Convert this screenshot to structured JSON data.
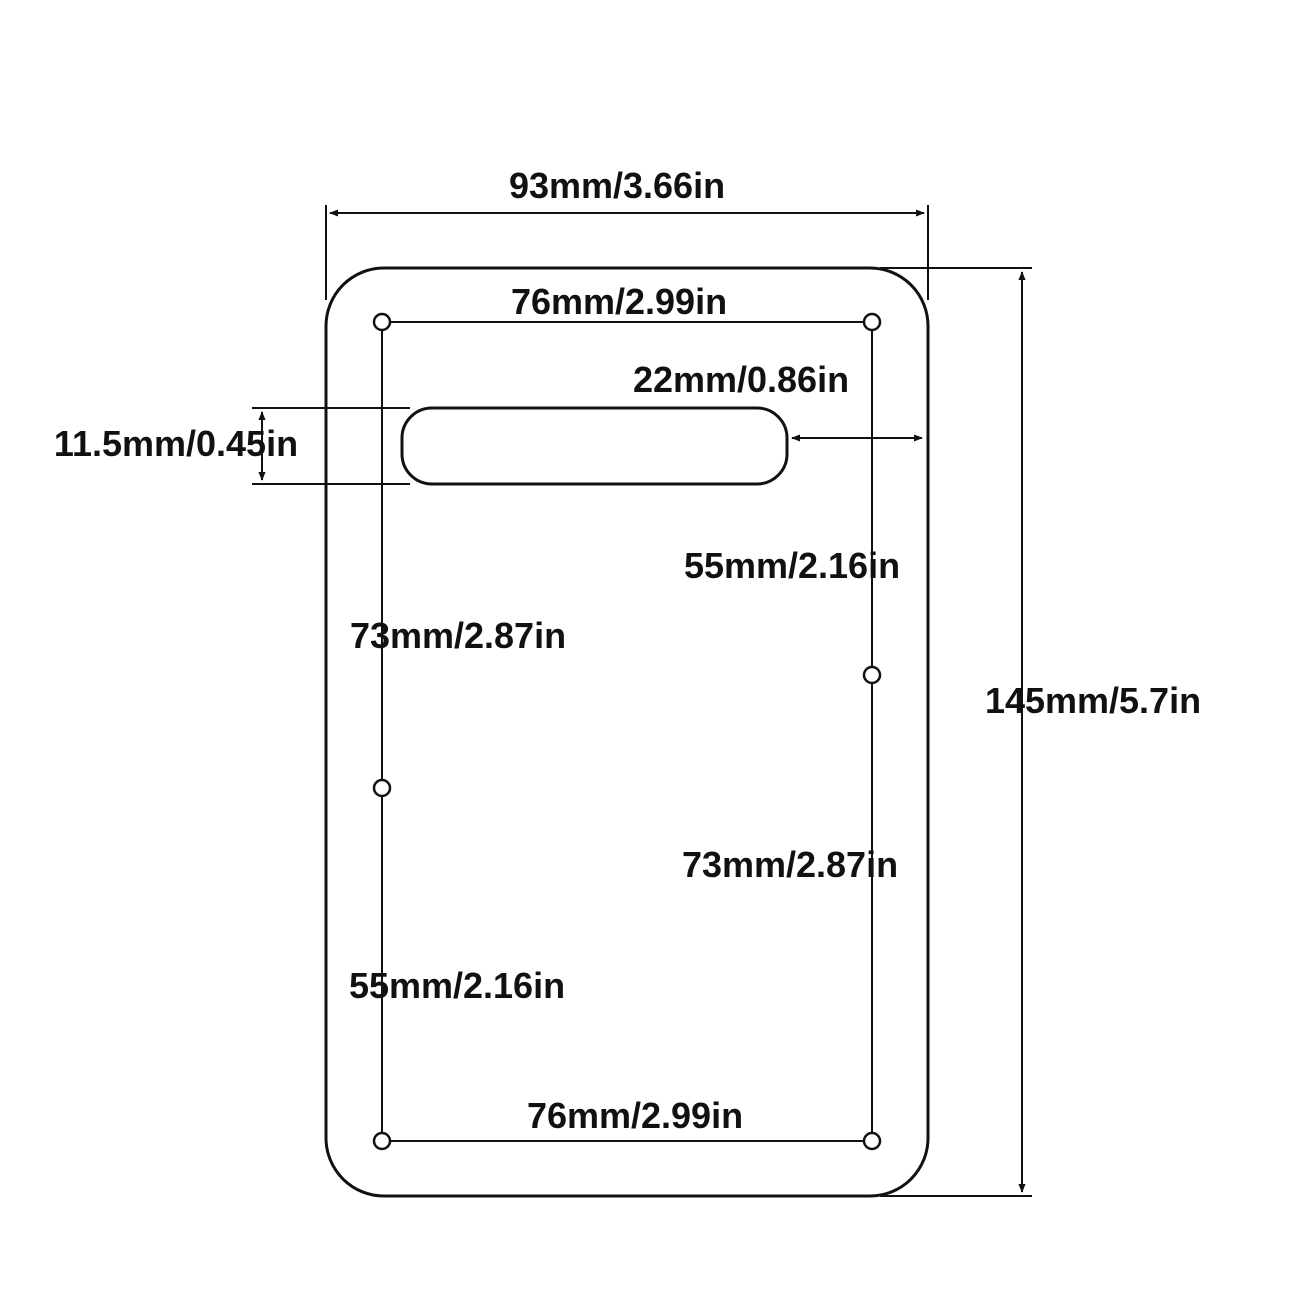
{
  "diagram": {
    "dimensions": {
      "overall_width": "93mm/3.66in",
      "overall_height": "145mm/5.7in",
      "top_hole_spacing": "76mm/2.99in",
      "bottom_hole_spacing": "76mm/2.99in",
      "slot_offset": "22mm/0.86in",
      "slot_height": "11.5mm/0.45in",
      "right_upper_spacing": "55mm/2.16in",
      "left_upper_spacing": "73mm/2.87in",
      "right_lower_spacing": "73mm/2.87in",
      "left_lower_spacing": "55mm/2.16in"
    },
    "colors": {
      "line": "#111111",
      "background": "#ffffff"
    }
  }
}
